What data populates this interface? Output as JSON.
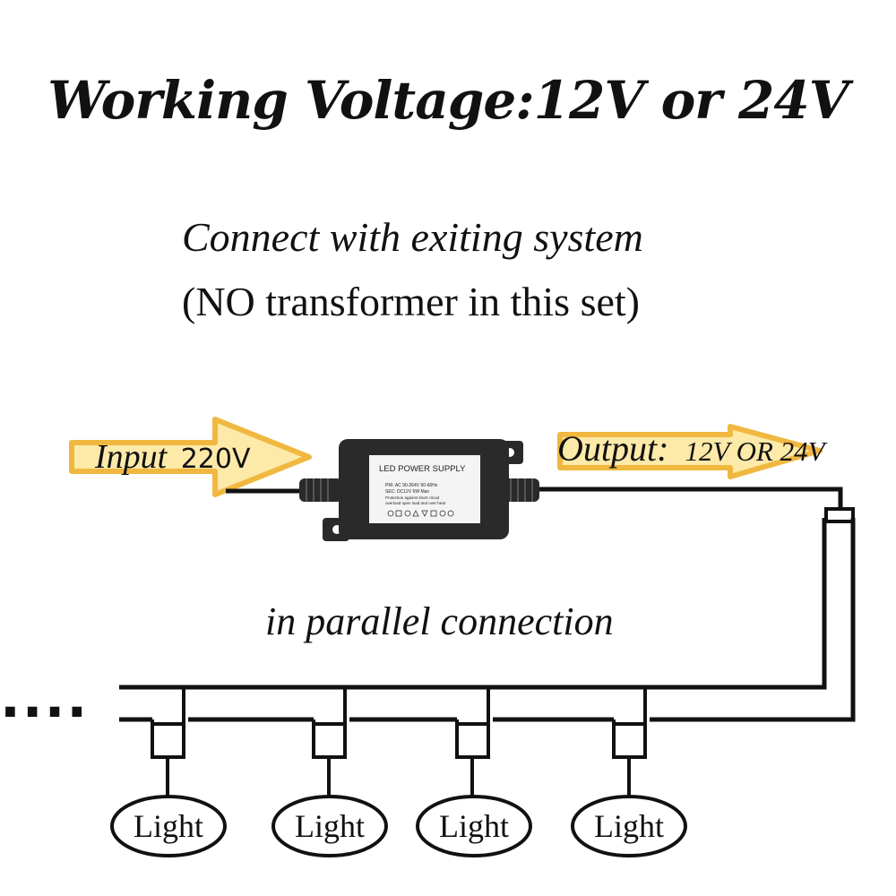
{
  "title": "Working Voltage:12V or 24V",
  "subtitle_line1": "Connect with exiting system",
  "subtitle_line2": "(NO transformer in this set)",
  "input_label": "Input",
  "input_value": "220V",
  "output_label": "Output:",
  "output_value": "12V OR 24V",
  "parallel_label": "in parallel connection",
  "continuation": "....",
  "psu": {
    "label": "LED POWER SUPPLY",
    "line1": "PRI: AC 90-264V  50-60Hz",
    "line2": "SEC: DC12V         6W Max",
    "line3": "Protection against short circuit",
    "line4": "overload open load and over heat"
  },
  "lights": [
    "Light",
    "Light",
    "Light",
    "Light"
  ],
  "colors": {
    "arrow_fill": "#fde9a8",
    "arrow_stroke": "#f0b840",
    "psu_body": "#2a2a2a",
    "wire": "#111111"
  }
}
